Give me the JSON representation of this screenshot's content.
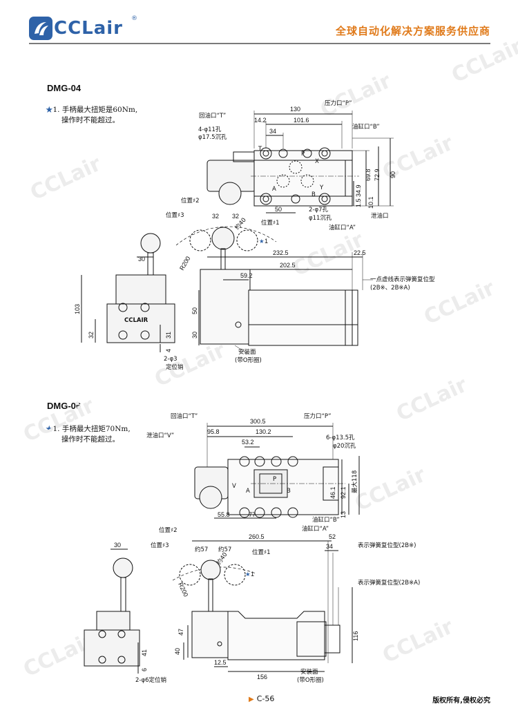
{
  "header": {
    "logo_text": "CCLair",
    "logo_reg": "®",
    "tagline": "全球自动化解决方案服务供应商"
  },
  "watermark": "CCLair",
  "dmg04": {
    "title": "DMG-04",
    "note_marker": "★",
    "note_line1": "1. 手柄最大扭矩是60Nm,",
    "note_line2": "操作时不能超过。",
    "labels": {
      "return_port": "回油口“T”",
      "pressure_port": "压力口“P”",
      "cyl_b": "油缸口“B”",
      "holes1": "4-φ11孔",
      "holes1b": "φ17.5沉孔",
      "holes2": "2-φ7孔",
      "holes2b": "φ11沉孔",
      "cyl_a": "油缸口“A”",
      "drain": "泄油口",
      "pos2": "位置♯2",
      "pos3": "位置♯3",
      "pos1": "位置♯1",
      "angle": "约40",
      "dashed_note1": "一点虚线表示弹簧复位型",
      "dashed_note2": "(2B※、2B※A)",
      "mount1": "安装面",
      "mount2": "(带O形圈)",
      "pin1": "2-φ3",
      "pin2": "定位销",
      "brand_plate": "CCLAIR",
      "port_p": "P",
      "port_t": "T",
      "port_x": "X",
      "port_y": "Y",
      "port_a": "A",
      "port_b": "B"
    },
    "dims": {
      "d130": "130",
      "d14_2": "14.2",
      "d101_6": "101.6",
      "d34": "34",
      "d72_9": "72.9",
      "d69_8": "69.8",
      "d90": "90",
      "d34_9": "34.9",
      "d1_5": "1.5",
      "d10_1": "10.1",
      "d50": "50",
      "d32a": "32",
      "d32b": "32",
      "d30": "30",
      "r200": "R200",
      "d232_5": "232.5",
      "d22_5": "22.5",
      "d202_5": "202.5",
      "d59_2": "59.2",
      "d103": "103",
      "d32c": "32",
      "d31": "31",
      "d4": "4",
      "d50b": "50",
      "d30b": "30",
      "star1": "1"
    }
  },
  "dmg06": {
    "title": "DMG-06",
    "note_marker": "★",
    "note_line1": "1. 手柄最大扭矩70Nm,",
    "note_line2": "操作时不能超过。",
    "labels": {
      "return_port": "回油口“T”",
      "pressure_port": "压力口“P”",
      "drain_v": "泄油口“V”",
      "holes1": "6-φ13.5孔",
      "holes1b": "φ20沉孔",
      "cyl_b": "油缸口“B”",
      "cyl_a": "油缸口“A”",
      "pos2": "位置♯2",
      "pos3": "位置♯3",
      "pos1": "位置♯1",
      "about57a": "约57",
      "about57b": "约57",
      "angle": "约40",
      "spring_note1": "表示弹簧复位型(2B※)",
      "spring_note2": "表示弹簧复位型(2B※A)",
      "mount1": "安装面",
      "mount2": "(带O形圈)",
      "pin": "2-φ6定位销",
      "max118": "最大118",
      "port_p": "P",
      "port_v": "V",
      "port_a": "A",
      "port_b": "B"
    },
    "dims": {
      "d300_5": "300.5",
      "d95_8": "95.8",
      "d130_2": "130.2",
      "d53_2": "53.2",
      "d92_1": "92.1",
      "d46_1": "46.1",
      "d13": "13",
      "d55_8": "55.8",
      "d77": "77",
      "d260_5": "260.5",
      "d52": "52",
      "d34": "34",
      "d30": "30",
      "r200": "R200",
      "d116": "116",
      "d47": "47",
      "d40": "40",
      "d41": "41",
      "d6": "6",
      "d12_5": "12.5",
      "d156": "156",
      "star1": "1"
    }
  },
  "footer": {
    "page": "C-56",
    "copyright": "版权所有,侵权必究"
  }
}
